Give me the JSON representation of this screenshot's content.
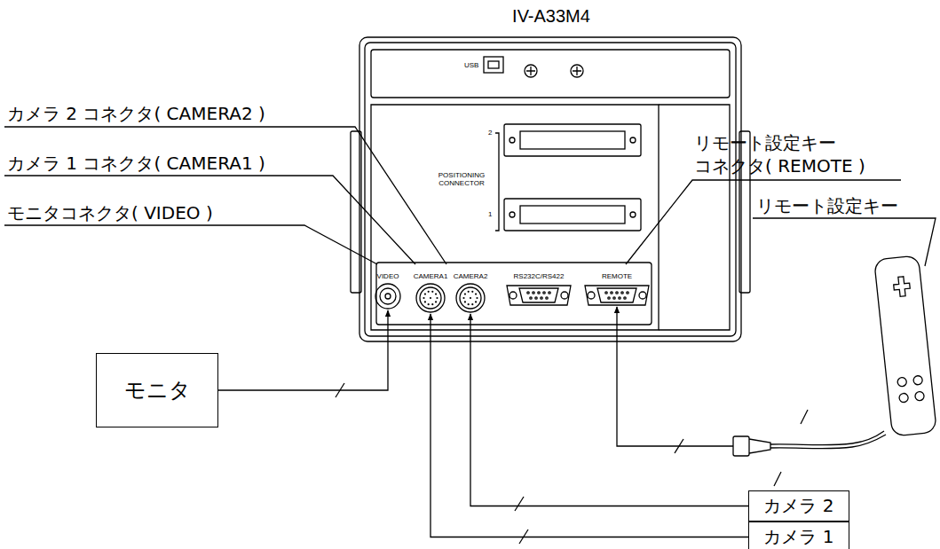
{
  "diagram": {
    "nodes": [
      {
        "text": [
          "IV-A33M4"
        ]
      },
      {
        "text": [
          "VIDEO"
        ],
        "in": 0
      },
      {
        "text": [
          "CAMERA1"
        ],
        "in": 0
      },
      {
        "text": [
          "CAMERA2"
        ],
        "in": 0
      },
      {
        "text": [
          "RS232C/RS422"
        ],
        "in": 0
      },
      {
        "text": [
          "REMOTE"
        ],
        "in": 0
      },
      {
        "text": [
          "モニタ"
        ]
      },
      {
        "text": [
          "カメラ 2"
        ]
      },
      {
        "text": [
          "カメラ 1"
        ]
      }
    ],
    "edges": [
      {
        "from": 6,
        "to": 1,
        "arrow": "to"
      },
      {
        "from": 8,
        "to": 2,
        "arrow": "to"
      },
      {
        "from": 7,
        "to": 3,
        "arrow": "to"
      }
    ],
    "labels": [
      "カメラ 2 コネクタ( CAMERA2 )",
      "カメラ 1 コネクタ( CAMERA1 )",
      "モニタコネクタ( VIDEO )",
      "リモート設定キー コネクタ( REMOTE )",
      "リモート設定キー",
      "USB",
      "POSITIONING CONNECTOR",
      "2",
      "1"
    ]
  }
}
